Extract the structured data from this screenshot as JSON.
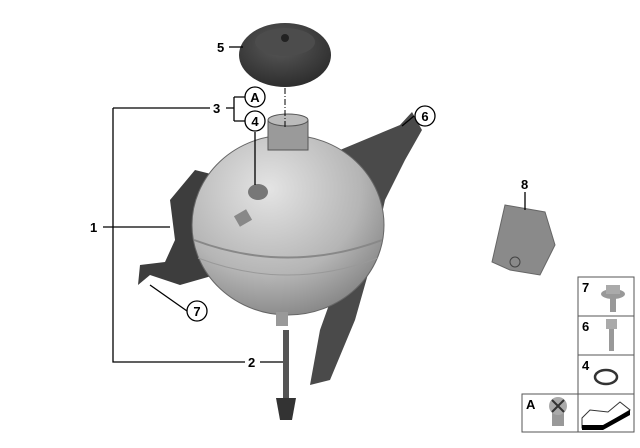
{
  "callouts": {
    "part_1": "1",
    "part_2": "2",
    "part_3": "3",
    "part_4": "4",
    "part_5": "5",
    "part_6": "6",
    "part_7": "7",
    "part_8": "8",
    "part_A": "A"
  },
  "legend": {
    "rows": [
      {
        "label": "7",
        "part": "flange-bolt"
      },
      {
        "label": "6",
        "part": "hex-bolt"
      },
      {
        "label": "4",
        "part": "o-ring"
      },
      {
        "label": "A",
        "part": "bleed-screw"
      }
    ]
  },
  "colors": {
    "part_dark": "#3a3a3a",
    "part_mid": "#8a8a8a",
    "part_light": "#c8c8c8",
    "line": "#000000"
  }
}
